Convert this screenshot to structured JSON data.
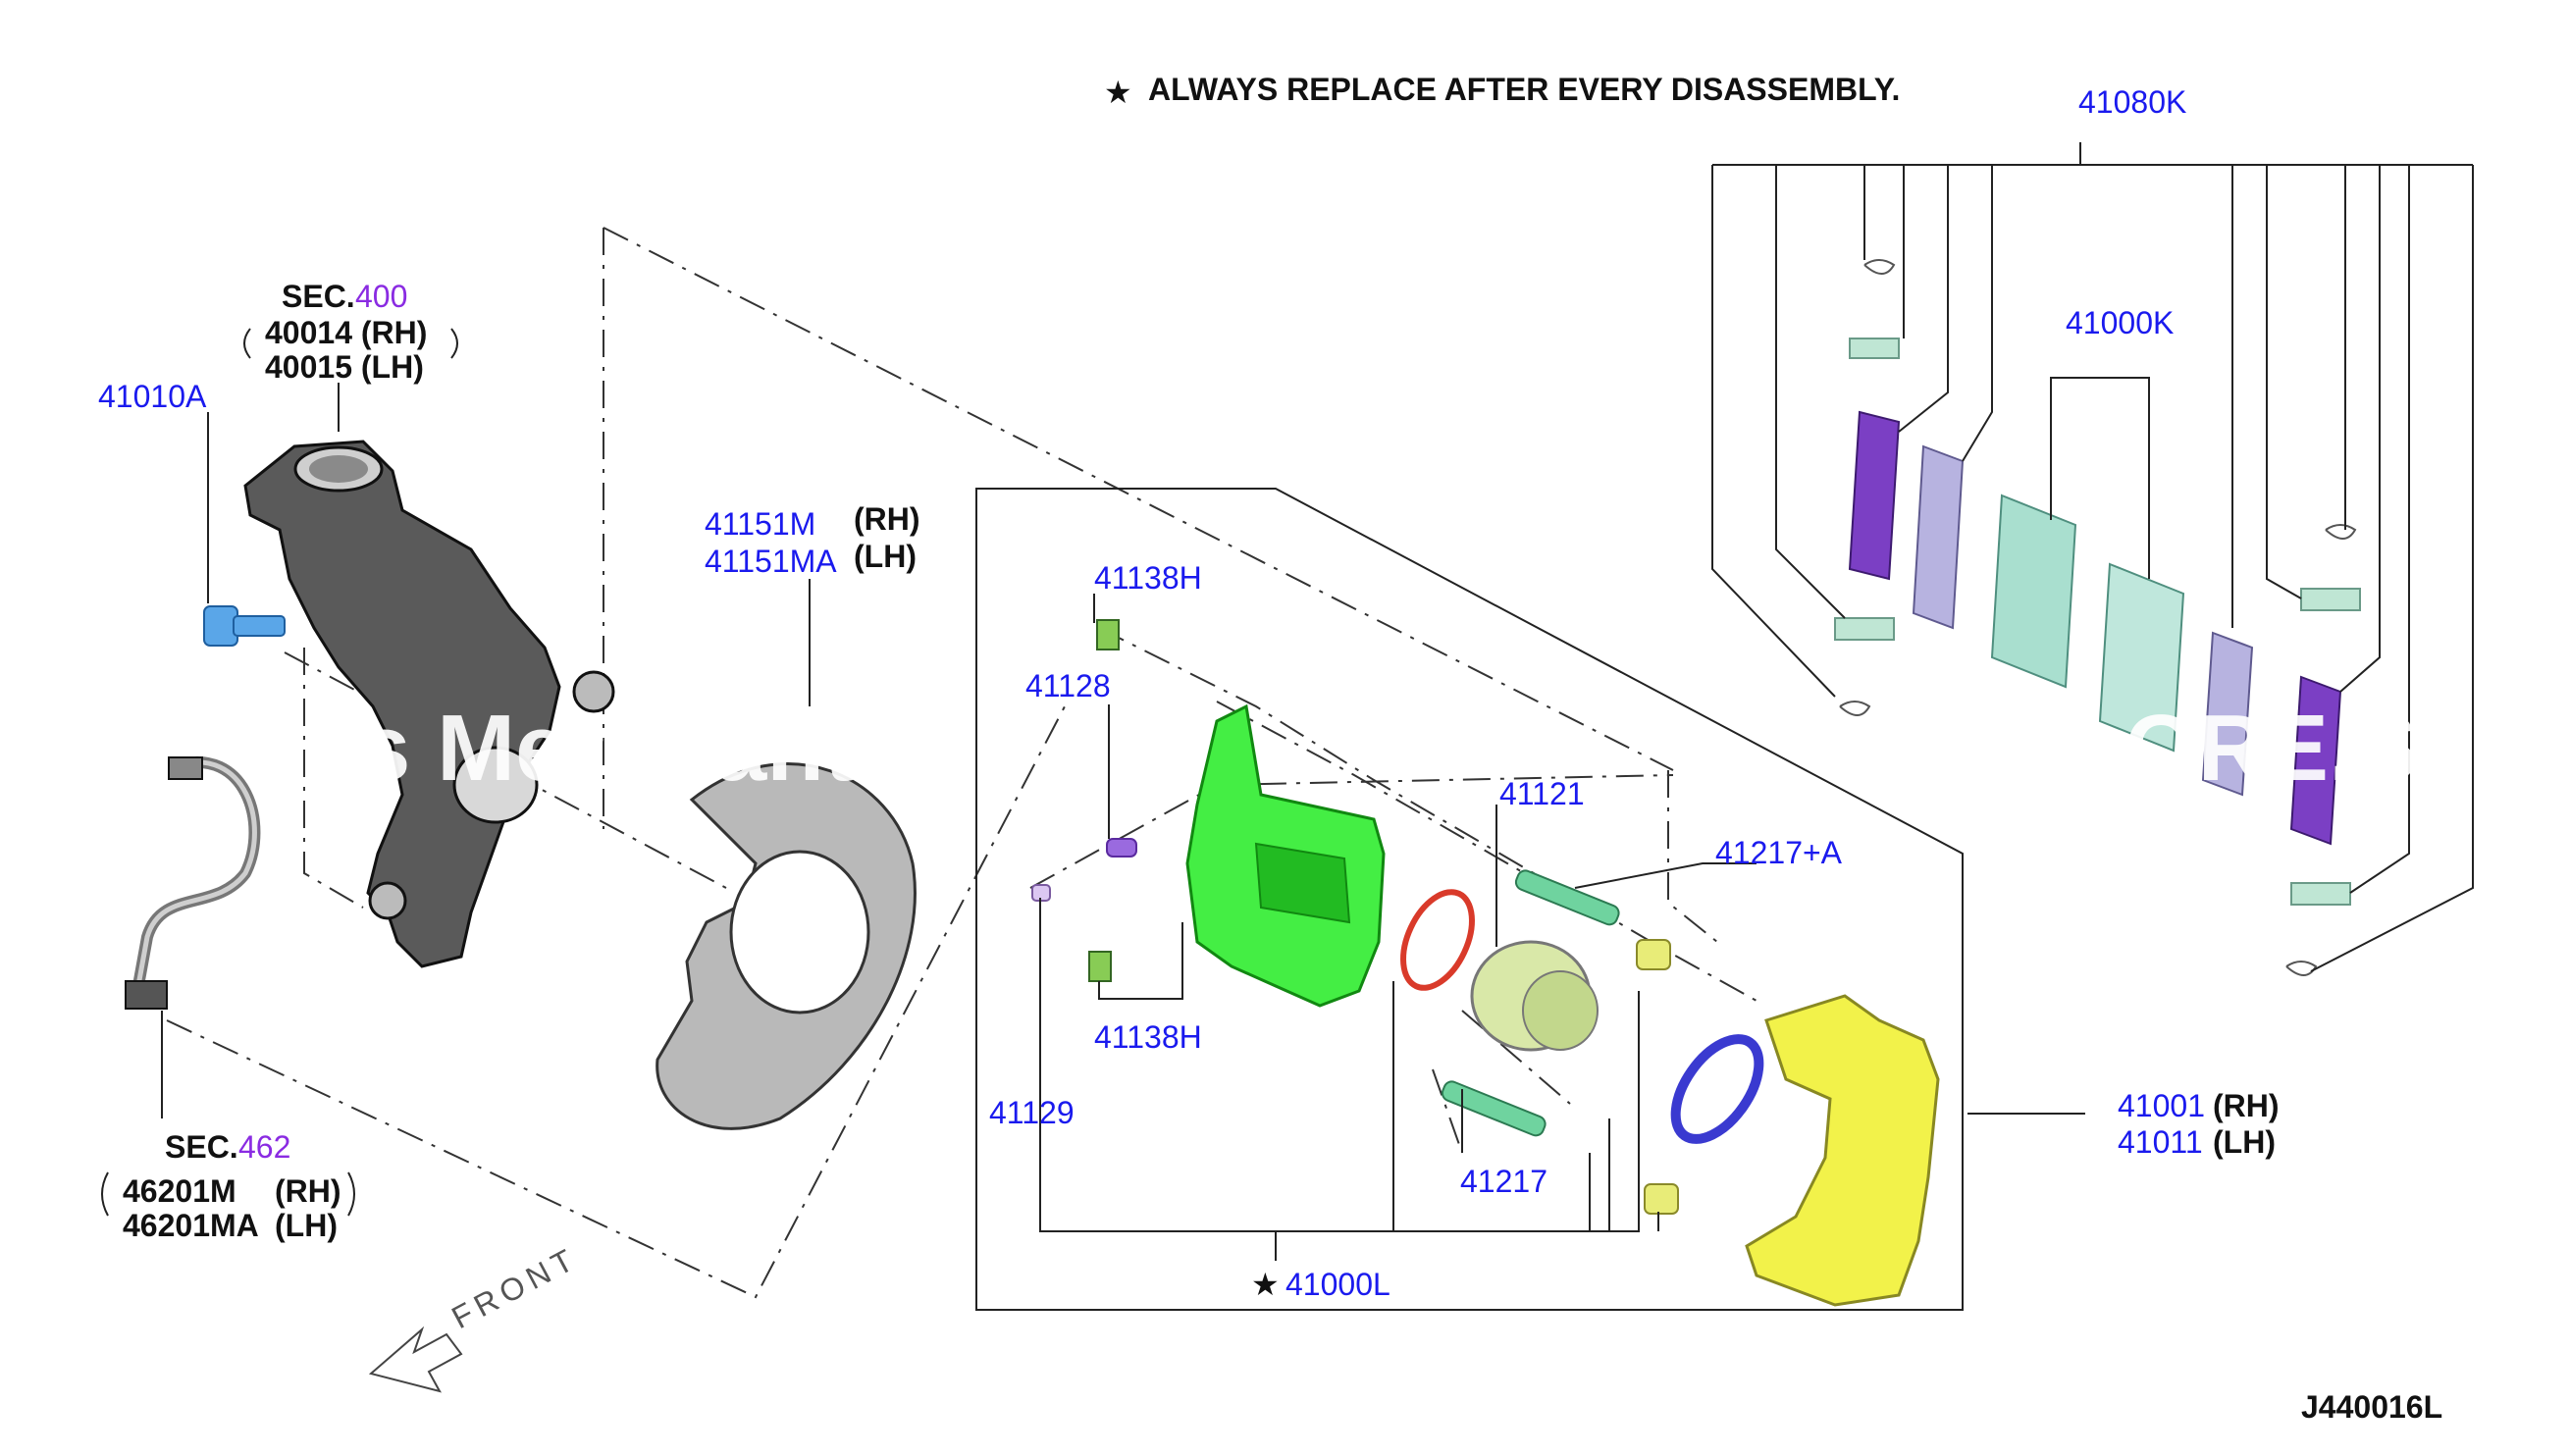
{
  "notice": {
    "star": "★",
    "text": "ALWAYS REPLACE AFTER EVERY DISASSEMBLY."
  },
  "diagram_id": "J440016L",
  "front_label": "FRONT",
  "watermark": {
    "left": "s Merchant A",
    "right": "ORE.S"
  },
  "labels": {
    "sec400_prefix": "SEC.",
    "sec400_num": "400",
    "p40014": "40014 (RH)",
    "p40015": "40015 (LH)",
    "p41010A": "41010A",
    "p41151M": "41151M",
    "p41151M_rh": "(RH)",
    "p41151MA": "41151MA",
    "p41151MA_lh": "(LH)",
    "sec462_prefix": "SEC.",
    "sec462_num": "462",
    "p46201M": "46201M",
    "p46201M_rh": "(RH)",
    "p46201MA": "46201MA",
    "p46201MA_lh": "(LH)",
    "p41138H_top": "41138H",
    "p41128": "41128",
    "p41138H_bottom": "41138H",
    "p41129": "41129",
    "p41121": "41121",
    "p41217A": "41217+A",
    "p41217": "41217",
    "p41000L": "41000L",
    "p41001": "41001",
    "p41001_rh": "(RH)",
    "p41011": "41011",
    "p41011_lh": "(LH)",
    "p41080K": "41080K",
    "p41000K": "41000K"
  },
  "colors": {
    "part_number": "#1a1aee",
    "section_number": "#8a2be2",
    "caliper": "#44ee44",
    "bracket": "#f2f24a",
    "pad_purple": "#7b3fc4",
    "pad_light": "#b7b3e0",
    "pad_teal": "#a9dfcf",
    "bolt_blue": "#5aa6e8",
    "seal_red": "#d93a2a",
    "boot_blue": "#3a3ad0"
  }
}
